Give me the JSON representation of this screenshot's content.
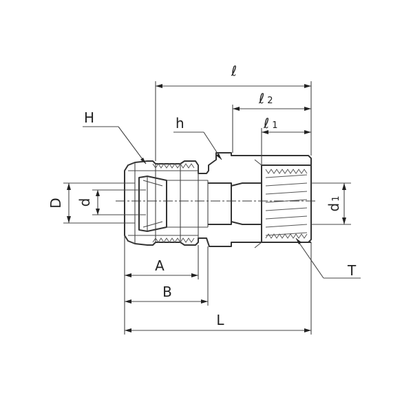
{
  "labels": {
    "l": "ℓ",
    "l2_main": "ℓ",
    "l2_sub": "2",
    "l1_main": "ℓ",
    "l1_sub": "1",
    "H": "H",
    "h": "h",
    "D": "D",
    "d": "d",
    "d1_main": "d",
    "d1_sub": "1",
    "A": "A",
    "B": "B",
    "L": "L",
    "T": "T"
  }
}
